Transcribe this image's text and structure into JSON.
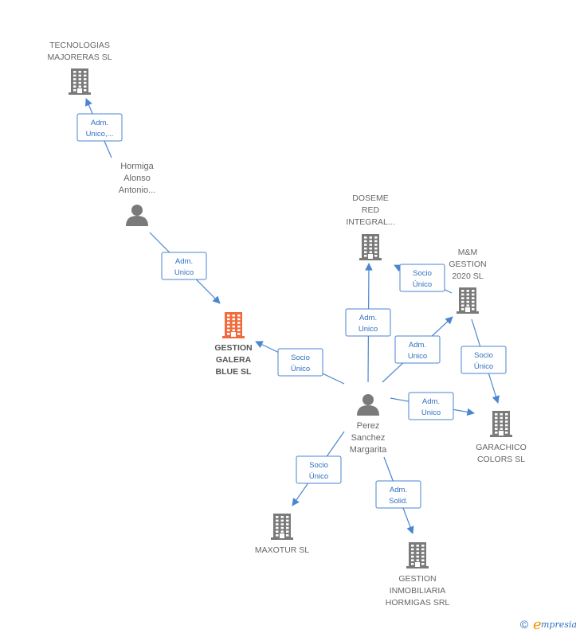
{
  "colors": {
    "company": "#7a7a7a",
    "main_company": "#f26a3c",
    "person": "#7a7a7a",
    "edge": "#4a86cf"
  },
  "nodes": [
    {
      "id": "tecnologias",
      "kind": "company",
      "lines": [
        "TECNOLOGIAS",
        "MAJORERAS SL"
      ]
    },
    {
      "id": "hormiga",
      "kind": "person",
      "lines": [
        "Hormiga",
        "Alonso",
        "Antonio..."
      ]
    },
    {
      "id": "gestion_galera",
      "kind": "main",
      "lines": [
        "GESTION",
        "GALERA",
        "BLUE  SL"
      ]
    },
    {
      "id": "doseme",
      "kind": "company",
      "lines": [
        "DOSEME",
        "RED",
        "INTEGRAL..."
      ]
    },
    {
      "id": "mm_gestion",
      "kind": "company",
      "lines": [
        "M&M",
        "GESTION",
        "2020  SL"
      ]
    },
    {
      "id": "perez",
      "kind": "person",
      "lines": [
        "Perez",
        "Sanchez",
        "Margarita"
      ]
    },
    {
      "id": "garachico",
      "kind": "company",
      "lines": [
        "GARACHICO",
        "COLORS  SL"
      ]
    },
    {
      "id": "maxotur",
      "kind": "company",
      "lines": [
        "MAXOTUR  SL"
      ]
    },
    {
      "id": "gestion_inmobiliaria",
      "kind": "company",
      "lines": [
        "GESTION",
        "INMOBILIARIA",
        "HORMIGAS SRL"
      ]
    }
  ],
  "edges": [
    {
      "from": "hormiga",
      "to": "tecnologias",
      "lines": [
        "Adm.",
        "Unico,..."
      ]
    },
    {
      "from": "hormiga",
      "to": "gestion_galera",
      "lines": [
        "Adm.",
        "Unico"
      ]
    },
    {
      "from": "perez",
      "to": "gestion_galera",
      "lines": [
        "Socio",
        "Único"
      ]
    },
    {
      "from": "perez",
      "to": "doseme",
      "lines": [
        "Adm.",
        "Unico"
      ]
    },
    {
      "from": "mm_gestion",
      "to": "doseme",
      "lines": [
        "Socio",
        "Único"
      ]
    },
    {
      "from": "perez",
      "to": "mm_gestion",
      "lines": [
        "Adm.",
        "Unico"
      ]
    },
    {
      "from": "mm_gestion",
      "to": "garachico",
      "lines": [
        "Socio",
        "Único"
      ]
    },
    {
      "from": "perez",
      "to": "garachico",
      "lines": [
        "Adm.",
        "Unico"
      ]
    },
    {
      "from": "perez",
      "to": "maxotur",
      "lines": [
        "Socio",
        "Único"
      ]
    },
    {
      "from": "perez",
      "to": "gestion_inmobiliaria",
      "lines": [
        "Adm.",
        "Solid."
      ]
    }
  ],
  "watermark": {
    "copyright": "©",
    "brand_initial": "e",
    "brand_rest": "mpresia"
  }
}
